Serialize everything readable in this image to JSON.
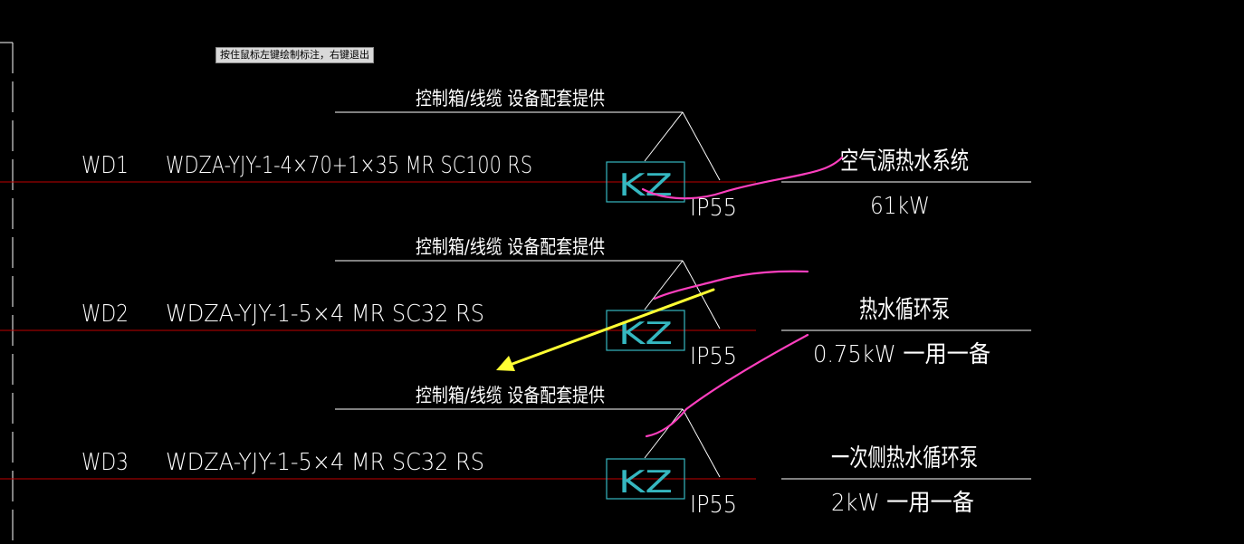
{
  "prompt": {
    "text": "按住鼠标左键绘制标注，右键退出"
  },
  "colors": {
    "background": "#000000",
    "drawing": "#ffffff",
    "circuit_line": "#c00000",
    "box": "#35b7c0",
    "highlight": "#ff3fbf",
    "arrow": "#ffff33"
  },
  "circuits": [
    {
      "id": "WD1",
      "cable": "WDZA-YJY-1-4×70+1×35 MR SC100 RS",
      "supply_note": "控制箱/线缆 设备配套提供",
      "box_label": "KZ",
      "protection": "IP55",
      "equipment": "空气源热水系统",
      "power": "61kW"
    },
    {
      "id": "WD2",
      "cable": "WDZA-YJY-1-5×4 MR SC32 RS",
      "supply_note": "控制箱/线缆 设备配套提供",
      "box_label": "KZ",
      "protection": "IP55",
      "equipment": "热水循环泵",
      "power": "0.75kW 一用一备"
    },
    {
      "id": "WD3",
      "cable": "WDZA-YJY-1-5×4 MR SC32 RS",
      "supply_note": "控制箱/线缆 设备配套提供",
      "box_label": "KZ",
      "protection": "IP55",
      "equipment": "一次侧热水循环泵",
      "power": "2kW 一用一备"
    }
  ]
}
